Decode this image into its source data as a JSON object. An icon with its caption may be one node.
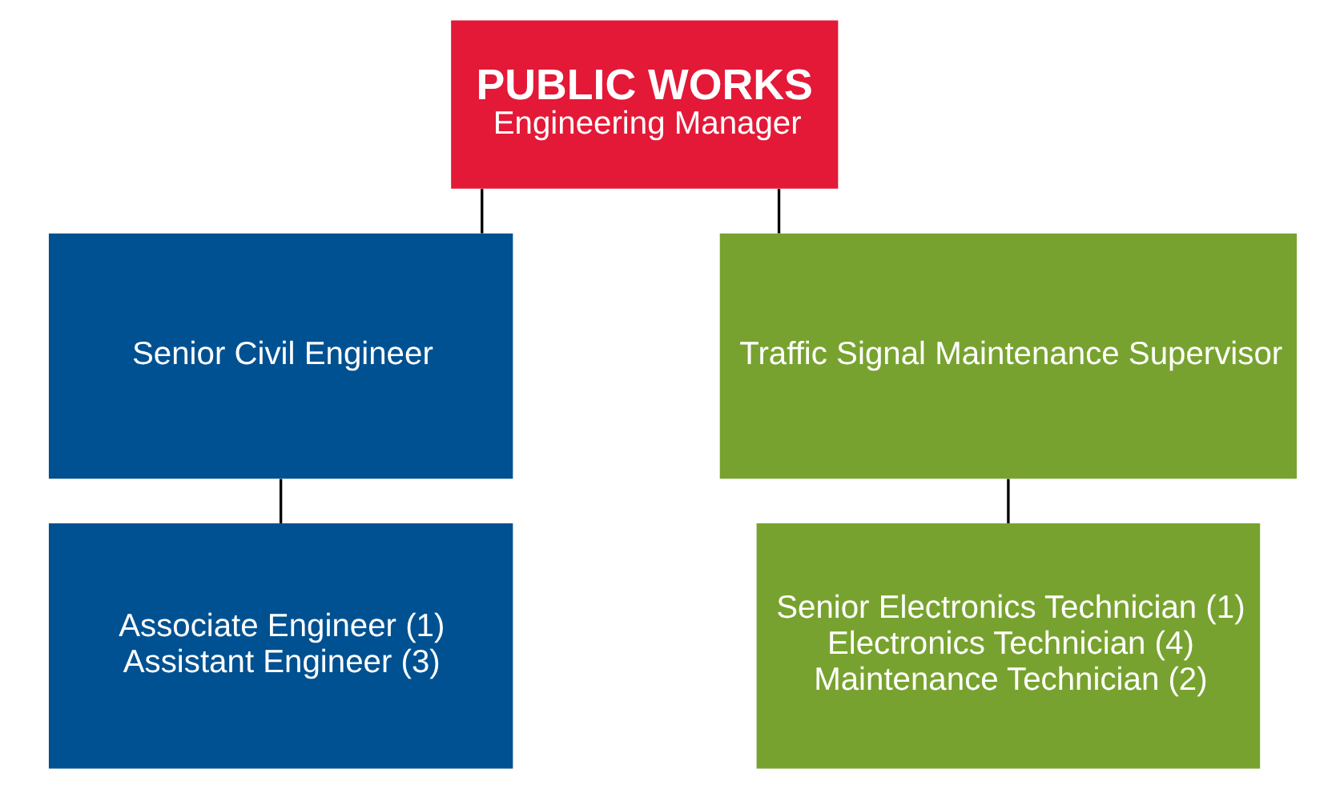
{
  "diagram": {
    "nodes": [
      {
        "text": [
          "PUBLIC WORKS",
          "Engineering Manager"
        ]
      },
      {
        "text": [
          "Senior Civil Engineer"
        ]
      },
      {
        "text": [
          "Traffic Signal Maintenance Supervisor"
        ]
      },
      {
        "text": [
          "Associate Engineer (1)",
          "Assistant Engineer (3)"
        ]
      },
      {
        "text": [
          "Senior Electronics Technician (1)",
          "Electronics Technician (4)",
          "Maintenance Technician (2)"
        ]
      }
    ],
    "edges": [
      {
        "from": 0,
        "to": 1,
        "arrow": "none"
      },
      {
        "from": 0,
        "to": 2,
        "arrow": "none"
      },
      {
        "from": 1,
        "to": 3,
        "arrow": "none"
      },
      {
        "from": 2,
        "to": 4,
        "arrow": "none"
      }
    ]
  }
}
